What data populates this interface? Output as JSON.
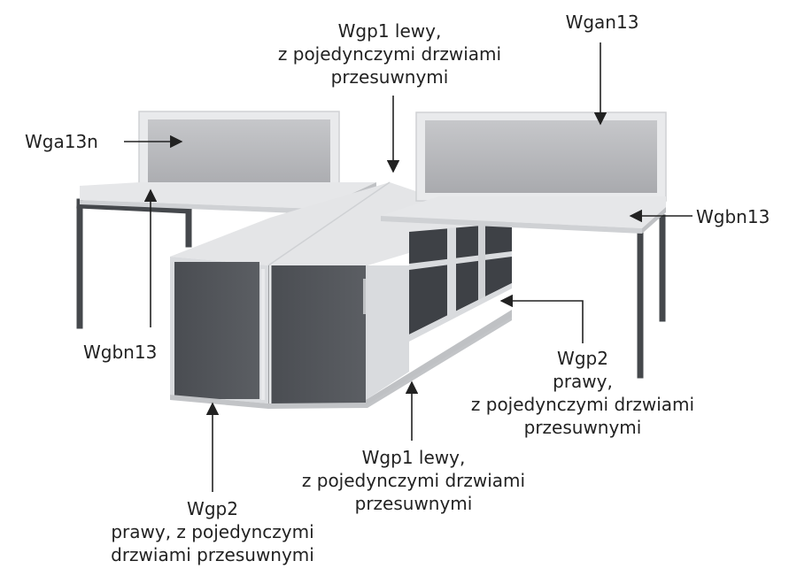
{
  "labels": {
    "top_center": [
      "Wgp1 lewy,",
      "z pojedynczymi drzwiami",
      "przesuwnymi"
    ],
    "top_right": "Wgan13",
    "left_top": "Wga13n",
    "right_mid": "Wgbn13",
    "left_bottom": "Wgbn13",
    "right_lower": [
      "Wgp2",
      "prawy,",
      "z pojedynczymi drzwiami",
      "przesuwnymi"
    ],
    "bottom_center": [
      "Wgp1 lewy,",
      "z pojedynczymi drzwiami",
      "przesuwnymi"
    ],
    "bottom_left": [
      "Wgp2",
      "prawy, z pojedynczymi",
      "drzwiami przesuwnymi"
    ]
  },
  "colors": {
    "desk_top": "#e6e7e9",
    "desk_edge": "#cfd1d4",
    "leg": "#45484c",
    "cabinet_door": "#4f5257",
    "cabinet_body": "#d9dbde",
    "screen_frame": "#e9eaec",
    "screen_panel": "#b9babd",
    "arrow": "#222222"
  }
}
